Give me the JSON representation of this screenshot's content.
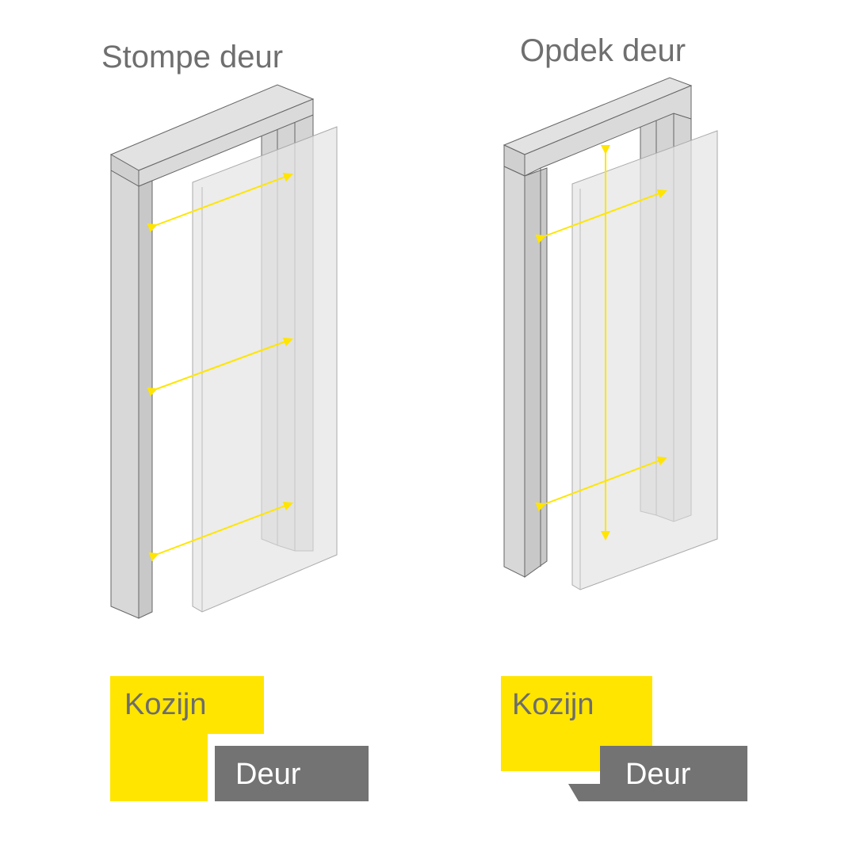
{
  "panels": [
    {
      "title": "Stompe deur",
      "frame_label": "Kozijn",
      "door_label": "Deur"
    },
    {
      "title": "Opdek deur",
      "frame_label": "Kozijn",
      "door_label": "Deur"
    }
  ],
  "colors": {
    "accent": "#ffe500",
    "door_box": "#737373",
    "text": "#6d6d6d",
    "frame": "#d9d9d9"
  }
}
